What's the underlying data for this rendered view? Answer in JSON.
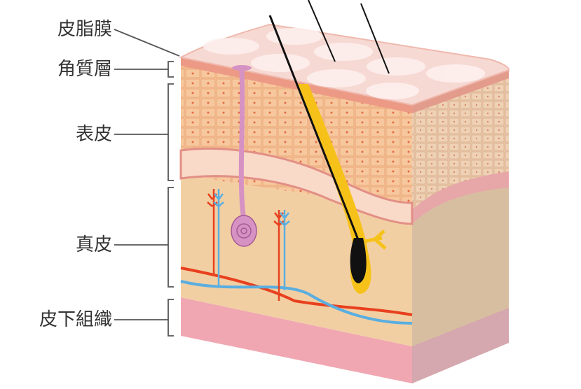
{
  "labels": {
    "sebum_film": "皮脂膜",
    "stratum_corneum": "角質層",
    "epidermis": "表皮",
    "dermis": "真皮",
    "subcutaneous": "皮下組織"
  },
  "colors": {
    "surface": "#f7d9d3",
    "corneum": "#ec9a86",
    "epidermis": "#f5c193",
    "basal": "#f9d9c8",
    "dermis": "#f2cfa3",
    "subcutaneous": "#f0a7b2",
    "side": "#d8bea1",
    "hair": "#111111",
    "sheath": "#f6c21a",
    "gland": "#d692c3",
    "artery": "#e8401e",
    "vein": "#5aaee0"
  }
}
